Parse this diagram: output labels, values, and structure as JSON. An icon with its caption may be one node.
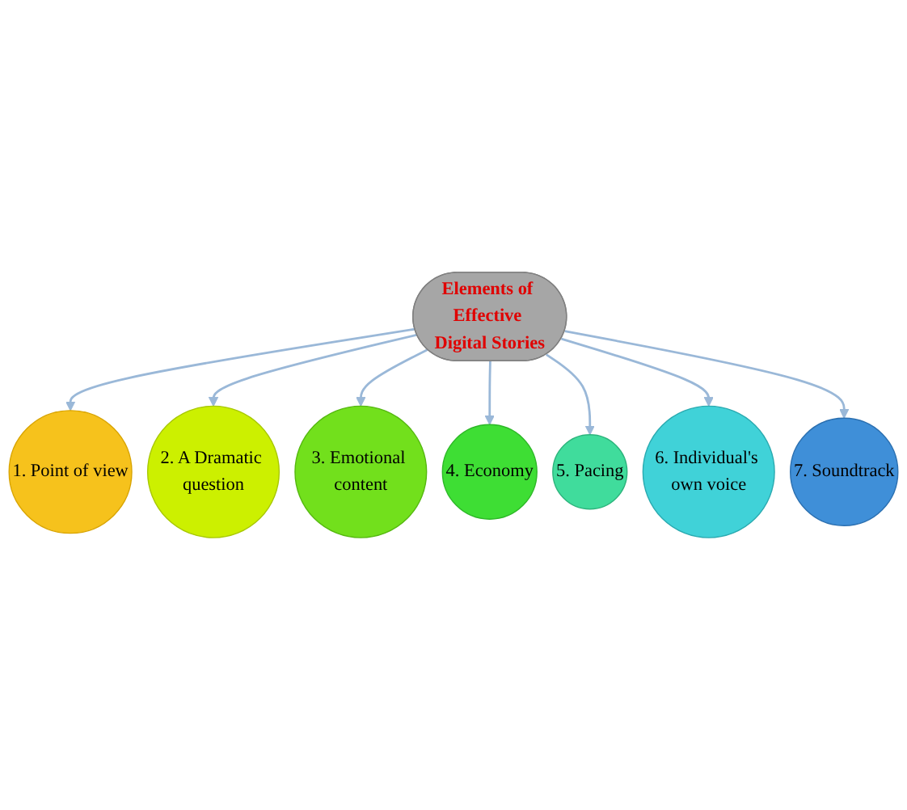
{
  "diagram": {
    "nodes": [
      {
        "text": [
          "Elements of Effective Digital Stories"
        ]
      },
      {
        "text": [
          "1. Point of view"
        ]
      },
      {
        "text": [
          "2. A Dramatic question"
        ]
      },
      {
        "text": [
          "3. Emotional content"
        ]
      },
      {
        "text": [
          "4. Economy"
        ]
      },
      {
        "text": [
          "5. Pacing"
        ]
      },
      {
        "text": [
          "6. Individual's own voice"
        ]
      },
      {
        "text": [
          "7. Soundtrack"
        ]
      }
    ],
    "edges": [
      {
        "from": 0,
        "to": 1,
        "arrow": "to"
      },
      {
        "from": 0,
        "to": 2,
        "arrow": "to"
      },
      {
        "from": 0,
        "to": 3,
        "arrow": "to"
      },
      {
        "from": 0,
        "to": 4,
        "arrow": "to"
      },
      {
        "from": 0,
        "to": 5,
        "arrow": "to"
      },
      {
        "from": 0,
        "to": 6,
        "arrow": "to"
      },
      {
        "from": 0,
        "to": 7,
        "arrow": "to"
      }
    ]
  }
}
